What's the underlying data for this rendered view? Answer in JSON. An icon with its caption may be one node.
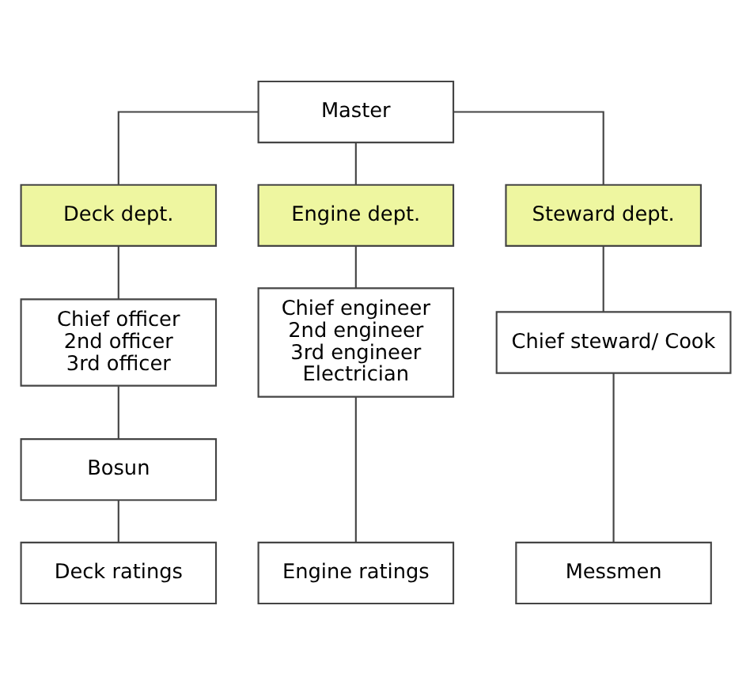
{
  "diagram": {
    "nodes": [
      {
        "text": [
          "Master"
        ]
      },
      {
        "text": [
          "Deck dept."
        ]
      },
      {
        "text": [
          "Engine dept."
        ]
      },
      {
        "text": [
          "Steward dept."
        ]
      },
      {
        "text": [
          "Chief officer",
          "2nd officer",
          "3rd officer"
        ]
      },
      {
        "text": [
          "Chief engineer",
          "2nd engineer",
          "3rd engineer",
          "Electrician"
        ]
      },
      {
        "text": [
          "Chief steward/ Cook"
        ]
      },
      {
        "text": [
          "Bosun"
        ]
      },
      {
        "text": [
          "Deck ratings"
        ]
      },
      {
        "text": [
          "Engine ratings"
        ]
      },
      {
        "text": [
          "Messmen"
        ]
      }
    ],
    "edges": [
      {
        "from": 0,
        "to": 1,
        "arrow": "none"
      },
      {
        "from": 0,
        "to": 2,
        "arrow": "none"
      },
      {
        "from": 0,
        "to": 3,
        "arrow": "none"
      },
      {
        "from": 1,
        "to": 4,
        "arrow": "none"
      },
      {
        "from": 2,
        "to": 5,
        "arrow": "none"
      },
      {
        "from": 3,
        "to": 6,
        "arrow": "none"
      },
      {
        "from": 4,
        "to": 7,
        "arrow": "none"
      },
      {
        "from": 7,
        "to": 8,
        "arrow": "none"
      },
      {
        "from": 5,
        "to": 9,
        "arrow": "none"
      },
      {
        "from": 6,
        "to": 10,
        "arrow": "none"
      }
    ]
  }
}
